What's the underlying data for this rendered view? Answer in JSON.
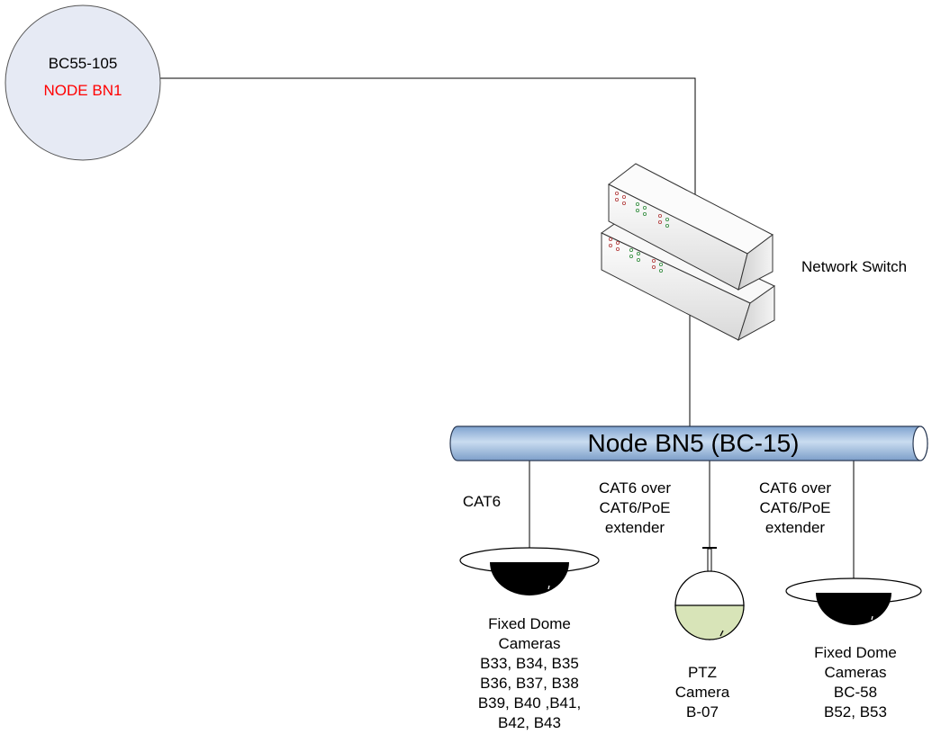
{
  "node_bn1": {
    "id": "BC55-105",
    "name": "NODE BN1",
    "name_color": "#ff0000"
  },
  "switch": {
    "label": "Network Switch"
  },
  "backbone": {
    "label": "Node BN5 (BC-15)",
    "fill": "#a9c6e6"
  },
  "links": {
    "left": [
      "CAT6"
    ],
    "middle": [
      "CAT6 over",
      "CAT6/PoE",
      "extender"
    ],
    "right": [
      "CAT6 over",
      "CAT6/PoE",
      "extender"
    ]
  },
  "cameras": {
    "left": {
      "icon": "fixed-dome-camera-icon",
      "lines": [
        "Fixed Dome",
        "Cameras",
        "B33, B34, B35",
        "B36, B37, B38",
        "B39, B40 ,B41,",
        "B42, B43"
      ]
    },
    "middle": {
      "icon": "ptz-camera-icon",
      "lines": [
        "PTZ",
        "Camera",
        "B-07"
      ]
    },
    "right": {
      "icon": "fixed-dome-camera-icon",
      "lines": [
        "Fixed Dome",
        "Cameras",
        "BC-58",
        "B52, B53"
      ]
    }
  },
  "colors": {
    "node_circle": "#e6eaf4",
    "ptz_lens": "#d8e4b8"
  }
}
